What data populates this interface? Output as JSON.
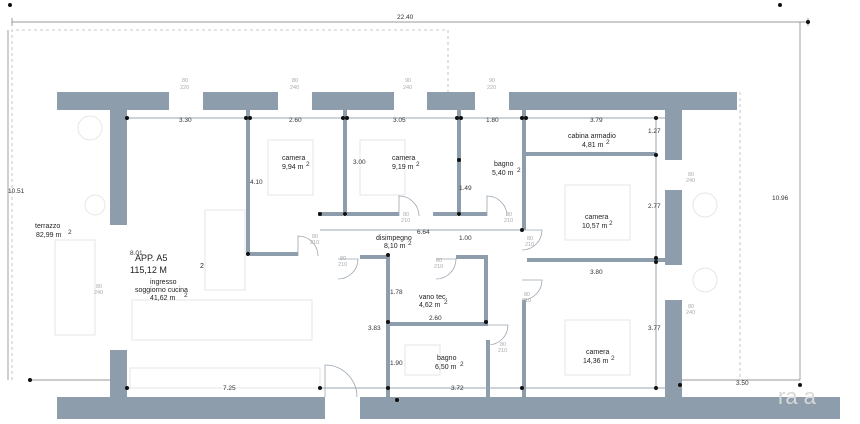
{
  "apartment": {
    "name": "APP. A5",
    "area": "115,12 M",
    "area_sup": "2"
  },
  "rooms": [
    {
      "key": "terrazzo",
      "name": "terrazzo",
      "area": "82,99 m"
    },
    {
      "key": "soggiorno",
      "name": "ingresso\nsoggiorno cucina",
      "line1": "ingresso",
      "line2": "soggiorno cucina",
      "area": "41,62 m"
    },
    {
      "key": "camera1",
      "name": "camera",
      "area": "9,94 m"
    },
    {
      "key": "camera2",
      "name": "camera",
      "area": "9,19 m"
    },
    {
      "key": "bagno1",
      "name": "bagno",
      "area": "5,40 m"
    },
    {
      "key": "cabina",
      "name": "cabina armadio",
      "area": "4,81 m"
    },
    {
      "key": "camera3",
      "name": "camera",
      "area": "10,57 m"
    },
    {
      "key": "disimpegno",
      "name": "disimpegno",
      "area": "8,10 m"
    },
    {
      "key": "vanotec",
      "name": "vano tec.",
      "area": "4,62 m"
    },
    {
      "key": "bagno2",
      "name": "bagno",
      "area": "6,50 m"
    },
    {
      "key": "camera4",
      "name": "camera",
      "area": "14,36 m"
    }
  ],
  "sup": "2",
  "dimensions": {
    "overall_width": "22.40",
    "left_height": "10.51",
    "right_height": "10.96",
    "d330": "3.30",
    "d260a": "2.60",
    "d305": "3.05",
    "d180": "1.80",
    "d379": "3.79",
    "d127": "1.27",
    "d300": "3.00",
    "d410": "4.10",
    "d149": "1.49",
    "d277": "2.77",
    "d801": "8.01",
    "d664": "6.64",
    "d100": "1.00",
    "d380": "3.80",
    "d178": "1.78",
    "d260b": "2.60",
    "d383": "3.83",
    "d377": "3.77",
    "d190": "1.90",
    "d725": "7.25",
    "d372": "3.72",
    "d350": "3.50"
  },
  "window_tags": [
    {
      "a": "80",
      "b": "220"
    },
    {
      "a": "80",
      "b": "240"
    },
    {
      "a": "90",
      "b": "240"
    },
    {
      "a": "90",
      "b": "220"
    },
    {
      "a": "80",
      "b": "210"
    },
    {
      "a": "80",
      "b": "210"
    },
    {
      "a": "80",
      "b": "210"
    },
    {
      "a": "80",
      "b": "210"
    },
    {
      "a": "80",
      "b": "210"
    },
    {
      "a": "80",
      "b": "210"
    },
    {
      "a": "80",
      "b": "240"
    },
    {
      "a": "80",
      "b": "240"
    },
    {
      "a": "80",
      "b": "240"
    },
    {
      "a": "80",
      "b": "210"
    },
    {
      "a": "80",
      "b": "210"
    }
  ],
  "watermark": "ra a",
  "colors": {
    "wall": "#8d9dac",
    "background": "#ffffff"
  }
}
